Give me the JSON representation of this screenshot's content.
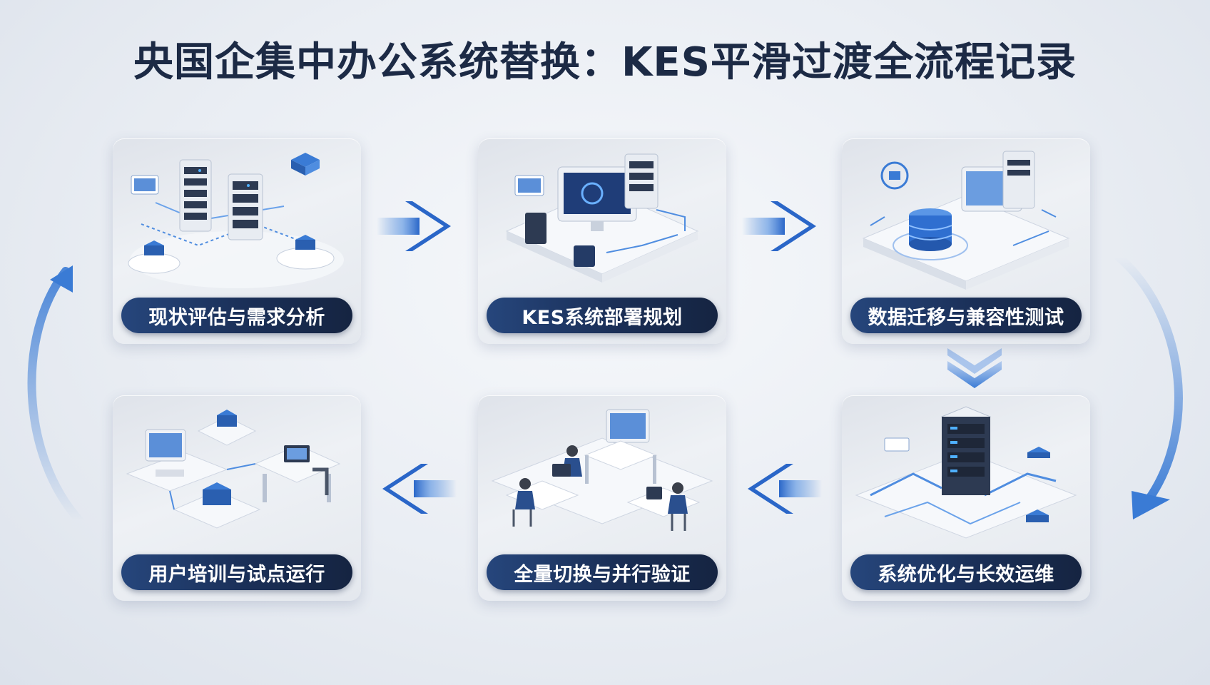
{
  "title": "央国企集中办公系统替换：KES平滑过渡全流程记录",
  "steps": [
    {
      "label": "现状评估与需求分析"
    },
    {
      "label": "KES系统部署规划"
    },
    {
      "label": "数据迁移与兼容性测试"
    },
    {
      "label": "系统优化与长效运维"
    },
    {
      "label": "全量切换与并行验证"
    },
    {
      "label": "用户培训与试点运行"
    }
  ],
  "colors": {
    "accent": "#3a7bd5",
    "label_bg": "#1a2f57",
    "title": "#1c2a45"
  }
}
